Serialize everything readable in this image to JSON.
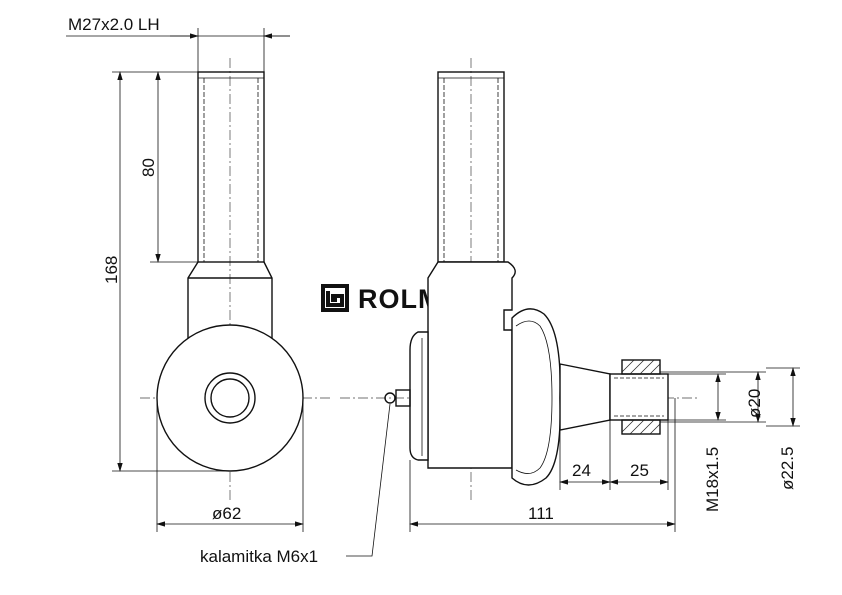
{
  "brand": {
    "name": "ROLMAR"
  },
  "dimensions": {
    "thread_main": "M27x2.0 LH",
    "thread_length": "80",
    "total_height": "168",
    "outer_diameter": "ø62",
    "total_width": "111",
    "offset_a": "24",
    "offset_b": "25",
    "pin_thread": "M18x1.5",
    "diameter_20": "ø20",
    "diameter_22_5": "ø22.5"
  },
  "callouts": {
    "grease_nipple": "kalamitka M6x1"
  }
}
